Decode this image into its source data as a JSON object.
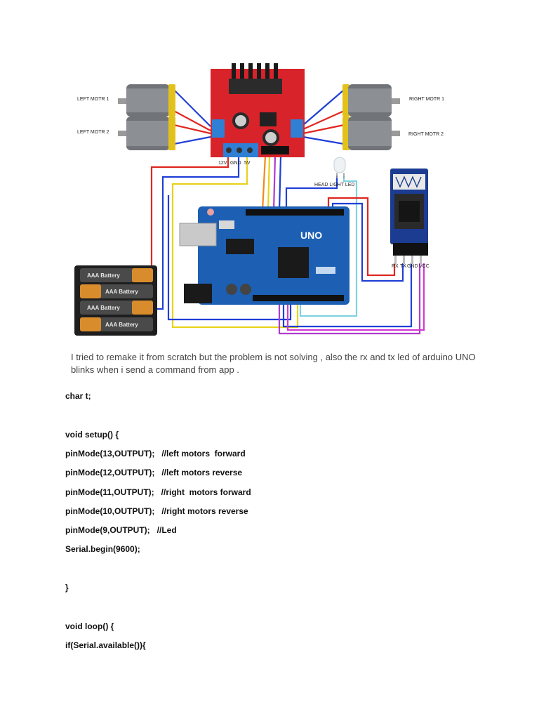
{
  "diagram": {
    "motor_labels": {
      "left_1": "LEFT MOTR 1",
      "left_2": "LEFT MOTR 2",
      "right_1": "RIGHT MOTR 1",
      "right_2": "RIGHT MOTR 2"
    },
    "driver_pins": [
      "12V",
      "GND",
      "5V"
    ],
    "head_light_label": "HEAD LIGHT LED",
    "bt_pins": [
      "RX",
      "TX",
      "GND",
      "VCC"
    ],
    "board_name": "UNO",
    "battery_label": "AAA Battery",
    "wire_colors": {
      "red": "#e0261f",
      "blue": "#1f3fd6",
      "yellow": "#e8d21c",
      "purple": "#b03ad0",
      "cyan": "#7fd2e0",
      "orange": "#f08a1c",
      "magenta": "#d23ad2"
    }
  },
  "caption": "I tried to remake it from scratch but the problem is not solving , also the rx and tx led of arduino UNO blinks when i send a command from app .",
  "code": [
    "char t;",
    "",
    "void setup() {",
    "pinMode(13,OUTPUT);   //left motors  forward",
    "pinMode(12,OUTPUT);   //left motors reverse",
    "pinMode(11,OUTPUT);   //right  motors forward",
    "pinMode(10,OUTPUT);   //right motors reverse",
    "pinMode(9,OUTPUT);   //Led",
    "Serial.begin(9600);",
    "",
    "}",
    "",
    "void loop() {",
    "if(Serial.available()){"
  ]
}
